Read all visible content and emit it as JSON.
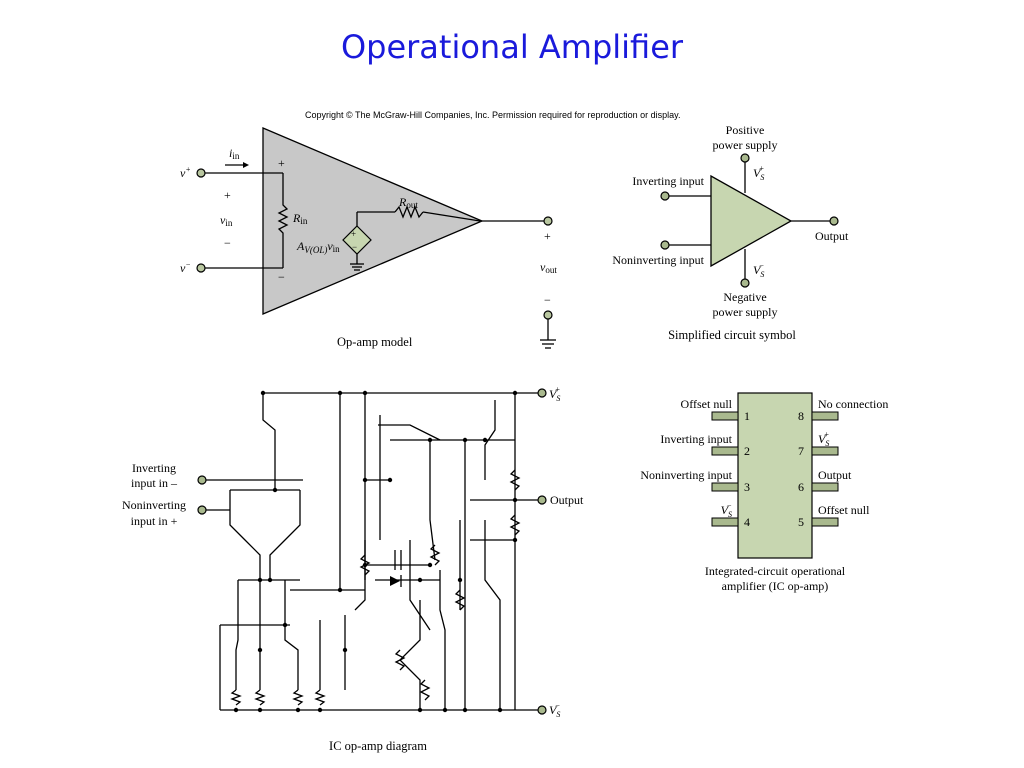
{
  "title": "Operational Amplifier",
  "copyright": "Copyright © The McGraw-Hill Companies, Inc. Permission required for reproduction or display.",
  "opamp_model": {
    "caption": "Op-amp model",
    "v_plus": "v",
    "v_plus_sup": "+",
    "v_minus": "v",
    "v_minus_sup": "−",
    "i_in": "i",
    "i_in_sub": "in",
    "plus_sign": "+",
    "minus_sign": "−",
    "v_in": "v",
    "v_in_sub": "in",
    "r_in": "R",
    "r_in_sub": "in",
    "r_out": "R",
    "r_out_sub": "out",
    "gain": "A",
    "gain_sub": "V(OL)",
    "gain_v": "v",
    "gain_v_sub": "in",
    "v_out": "v",
    "v_out_sub": "out",
    "out_plus": "+",
    "out_minus": "−"
  },
  "symbol": {
    "caption": "Simplified circuit symbol",
    "positive_supply_1": "Positive",
    "positive_supply_2": "power supply",
    "negative_supply_1": "Negative",
    "negative_supply_2": "power supply",
    "inverting_input": "Inverting input",
    "noninverting_input": "Noninverting input",
    "output": "Output",
    "vs": "V",
    "vs_sub": "S",
    "vs_plus": "+",
    "vs_minus": "−"
  },
  "ic_diagram": {
    "caption": "IC op-amp diagram",
    "inverting_1": "Inverting",
    "inverting_2": "input in –",
    "noninverting_1": "Noninverting",
    "noninverting_2": "input in +",
    "output": "Output",
    "vs": "V",
    "vs_sub": "S",
    "vs_plus": "+",
    "vs_minus": "−"
  },
  "pinout": {
    "caption_1": "Integrated-circuit operational",
    "caption_2": "amplifier (IC op-amp)",
    "pins_left": [
      {
        "num": "1",
        "label": "Offset null"
      },
      {
        "num": "2",
        "label": "Inverting input"
      },
      {
        "num": "3",
        "label": "Noninverting input"
      },
      {
        "num": "4",
        "label": "V",
        "sub": "S",
        "sup": "−"
      }
    ],
    "pins_right": [
      {
        "num": "8",
        "label": "No connection"
      },
      {
        "num": "7",
        "label": "V",
        "sub": "S",
        "sup": "+"
      },
      {
        "num": "6",
        "label": "Output"
      },
      {
        "num": "5",
        "label": "Offset null"
      }
    ]
  },
  "colors": {
    "title": "#1a1adb",
    "model_body": "#c8c8c8",
    "symbol_body": "#c7d6b0",
    "ic_body": "#c7d6b0",
    "pin_fill": "#a9b98e"
  }
}
